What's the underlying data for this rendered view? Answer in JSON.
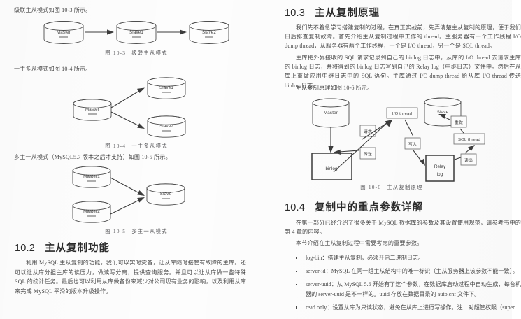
{
  "document": {
    "type": "scanned-book-page",
    "language": "zh-CN",
    "columns": 2
  },
  "left_column": {
    "intro_line_1": "级联主从模式如图 10-3 所示。",
    "figure_10_3": {
      "caption_no": "图 10-3",
      "caption_title": "级联主从模式",
      "nodes": [
        "Master",
        "Slave1",
        "Slave2"
      ],
      "flow": "Master → Slave1 → Slave2"
    },
    "intro_line_2": "一主多从模式如图 10-4 所示。",
    "figure_10_4": {
      "caption_no": "图 10-4",
      "caption_title": "一主多从模式",
      "nodes": [
        "Master",
        "Slave1",
        "Slave2"
      ],
      "flow": "Master → Slave1, Master → Slave2"
    },
    "intro_line_3": "多主一从模式（MySQL5.7 版本之后才支持）如图 10-5 所示。",
    "figure_10_5": {
      "caption_no": "图 10-5",
      "caption_title": "多主一从模式",
      "nodes": [
        "Master1",
        "Master2",
        "Slave"
      ],
      "flow": "Master1 → Slave, Master2 → Slave"
    },
    "section_10_2": {
      "number": "10.2",
      "title": "主从复制功能",
      "body": "利用 MySQL 主从复制的功能，我们可以实时灾备，让从库随时接管有故障的主库。还可以让从库分担主库的读压力，做读写分离，提供查询服务。并且可以让从库做一些特殊 SQL 的统计任务。最后也可以利用从库做备份来减少对公司现有业务的影响，以及利用从库来完成 MySQL 平滑的版本升级操作。"
    }
  },
  "right_column": {
    "section_10_3": {
      "number": "10.3",
      "title": "主从复制原理",
      "para_1": "我们先不着急学习搭建复制的过程，在真正实战前，先弄清楚主从复制的原理，便于我们日后排查复制故障。首先介绍主从复制过程中工作的 thread。主服务器有一个工作线程 I/O dump thread，从服务器有两个工作线程，一个是 I/O thread，另一个是 SQL thread。",
      "para_2": "主库把外界接收的 SQL 请求记录到自己的 binlog 日志中，从库的 I/O thread 去请求主库的 binlog 日志，并将得到的 binlog 日志写到自己的 Relay log（中继日志）文件中。然后在从库上重做应用中继日志中的 SQL 语句。主库通过 I/O dump thread 给从库 I/O thread 传送 binlog 日志。",
      "para_3": "主从复制原理如图 10-6 所示。"
    },
    "figure_10_6": {
      "caption_no": "图 10-6",
      "caption_title": "主从复制原理",
      "nodes": [
        "Master",
        "binlog",
        "I/O thread",
        "Slave",
        "Relay log",
        "SQL thread"
      ],
      "edge_labels": [
        "请求",
        "传送",
        "写入",
        "重做",
        "读出"
      ]
    },
    "section_10_4": {
      "number": "10.4",
      "title": "复制中的重点参数详解",
      "para_1": "在第一部分已经介绍了很多关于 MySQL 数据库的参数及其设置使用规范，请参考书中的第 4 章的内容。",
      "para_2": "本节介绍在主从复制过程中需要考虑的重要参数。",
      "bullets": [
        "log-bin：搭建主从复制，必须开启二进制日志。",
        "server-id：MySQL 在同一组主从结构中的唯一标识（主从服务器上该参数不能一致）。",
        "server-uuid：从 MySQL 5.6 开始有了这个参数，在数据库启动过程中自动生成，每台机器的 server-uuid 是不一样的。uuid 存放在数据目录的 auto.cnf 文件下。",
        "read only：设置从库为只读状态，避免在从库上进行写操作。注：对超管权限（super"
      ]
    }
  },
  "colors": {
    "page_background": "#fdfdfd",
    "body_text": "#4a4a4a",
    "heading_text": "#2b2b2b",
    "figure_stroke": "#4d4d4d"
  }
}
